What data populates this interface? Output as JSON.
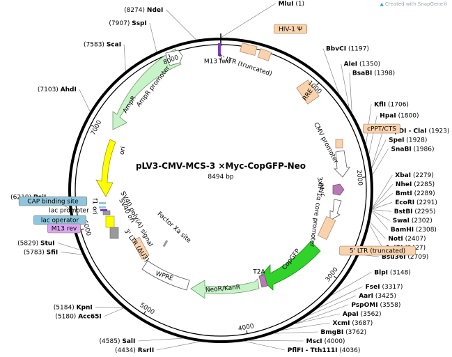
{
  "watermark": {
    "icon": "snapgene-logo-icon",
    "text": "Created with SnapGene®"
  },
  "plasmid": {
    "name": "pLV3-CMV-MCS-3 ×Myc-CopGFP-Neo",
    "length_label": "8494 bp",
    "length": 8494
  },
  "ticks": [
    {
      "label": "1000",
      "pos": 1000
    },
    {
      "label": "2000",
      "pos": 2000
    },
    {
      "label": "3000",
      "pos": 3000
    },
    {
      "label": "4000",
      "pos": 4000
    },
    {
      "label": "5000",
      "pos": 5000
    },
    {
      "label": "6000",
      "pos": 6000
    },
    {
      "label": "7000",
      "pos": 7000
    },
    {
      "label": "8000",
      "pos": 8000
    }
  ],
  "sites": [
    {
      "name": "MluI",
      "pos": "(1)",
      "bp": 1
    },
    {
      "name": "BbvCI",
      "pos": "(1197)",
      "bp": 1197
    },
    {
      "name": "AleI",
      "pos": "(1350)",
      "bp": 1350
    },
    {
      "name": "BsaBI",
      "pos": "(1398)",
      "bp": 1398
    },
    {
      "name": "KflI",
      "pos": "(1706)",
      "bp": 1706
    },
    {
      "name": "HpaI",
      "pos": "(1800)",
      "bp": 1800
    },
    {
      "name": "BspDI - ClaI",
      "pos": "(1923)",
      "bp": 1923
    },
    {
      "name": "SpeI",
      "pos": "(1928)",
      "bp": 1928
    },
    {
      "name": "SnaBI",
      "pos": "(1986)",
      "bp": 1986
    },
    {
      "name": "XbaI",
      "pos": "(2279)",
      "bp": 2279
    },
    {
      "name": "NheI",
      "pos": "(2285)",
      "bp": 2285
    },
    {
      "name": "BmtI",
      "pos": "(2289)",
      "bp": 2289
    },
    {
      "name": "EcoRI",
      "pos": "(2291)",
      "bp": 2291
    },
    {
      "name": "BstBI",
      "pos": "(2295)",
      "bp": 2295
    },
    {
      "name": "SwaI",
      "pos": "(2302)",
      "bp": 2302
    },
    {
      "name": "BamHI",
      "pos": "(2308)",
      "bp": 2308
    },
    {
      "name": "NotI",
      "pos": "(2407)",
      "bp": 2407
    },
    {
      "name": "AsiSI",
      "pos": "(2427)",
      "bp": 2427
    },
    {
      "name": "Bsu36I",
      "pos": "(2709)",
      "bp": 2709
    },
    {
      "name": "BlpI",
      "pos": "(3148)",
      "bp": 3148
    },
    {
      "name": "FseI",
      "pos": "(3317)",
      "bp": 3317
    },
    {
      "name": "AarI",
      "pos": "(3425)",
      "bp": 3425
    },
    {
      "name": "PspOMI",
      "pos": "(3558)",
      "bp": 3558
    },
    {
      "name": "ApaI",
      "pos": "(3562)",
      "bp": 3562
    },
    {
      "name": "XcmI",
      "pos": "(3687)",
      "bp": 3687
    },
    {
      "name": "BmgBI",
      "pos": "(3762)",
      "bp": 3762
    },
    {
      "name": "MscI",
      "pos": "(4000)",
      "bp": 4000
    },
    {
      "name": "PflFI - Tth111I",
      "pos": "(4036)",
      "bp": 4036
    },
    {
      "name": "RsrII",
      "pos": "(4434)",
      "bp": 4434
    },
    {
      "name": "SalI",
      "pos": "(4585)",
      "bp": 4585
    },
    {
      "name": "Acc65I",
      "pos": "(5180)",
      "bp": 5180
    },
    {
      "name": "KpnI",
      "pos": "(5184)",
      "bp": 5184
    },
    {
      "name": "SfiI",
      "pos": "(5783)",
      "bp": 5783
    },
    {
      "name": "StuI",
      "pos": "(5829)",
      "bp": 5829
    },
    {
      "name": "PciI",
      "pos": "(6210)",
      "bp": 6210
    },
    {
      "name": "AhdI",
      "pos": "(7103)",
      "bp": 7103
    },
    {
      "name": "ScaI",
      "pos": "(7583)",
      "bp": 7583
    },
    {
      "name": "SspI",
      "pos": "(7907)",
      "bp": 7907
    },
    {
      "name": "NdeI",
      "pos": "(8274)",
      "bp": 8274
    }
  ],
  "features": [
    {
      "name": "M13 fwd",
      "label": "M13 fwd",
      "color": "#7b3fb8"
    },
    {
      "name": "5' LTR (truncated)",
      "label": "5' LTR (truncated)",
      "color": "#f9d2ae"
    },
    {
      "name": "HIV-1 Ψ",
      "label": "HIV-1 Ψ",
      "color": "#f9d2ae"
    },
    {
      "name": "RRE",
      "label": "RRE",
      "color": "#f9d2ae"
    },
    {
      "name": "cPPT/CTS",
      "label": "cPPT/CTS",
      "color": "#f9d2ae"
    },
    {
      "name": "CMV promoter",
      "label": "CMV promoter",
      "color": "#ffffff"
    },
    {
      "name": "3xMyc",
      "label": "3xMyc",
      "color": "#b67ab6"
    },
    {
      "name": "EF-1α core promoter",
      "label": "EF-1α core promoter",
      "color": "#ffffff"
    },
    {
      "name": "5' LTR (truncated)",
      "label": "5' LTR (truncated)",
      "color": "#f9d2ae"
    },
    {
      "name": "CopGFP",
      "label": "CopGFP",
      "color": "#31d22a"
    },
    {
      "name": "T2A",
      "label": "T2A",
      "color": "#b67ab6"
    },
    {
      "name": "NeoR/KanR",
      "label": "NeoR/KanR",
      "color": "#c8f3c8"
    },
    {
      "name": "WPRE",
      "label": "WPRE",
      "color": "#ffffff"
    },
    {
      "name": "3' LTR (ΔU3)",
      "label": "3' LTR (ΔU3)",
      "color": "#f9d2ae"
    },
    {
      "name": "Factor Xa site",
      "label": "Factor Xa site",
      "color": "#999999"
    },
    {
      "name": "SV40 poly(A) signal",
      "label": "SV40 poly(A) signal",
      "color": "#999999"
    },
    {
      "name": "SV40 ori",
      "label": "SV40 ori",
      "color": "#ffff00"
    },
    {
      "name": "f1 ori",
      "label": "f1 ori",
      "color": "#999999"
    },
    {
      "name": "CAP binding site",
      "label": "CAP binding site",
      "color": "#8fc6dd"
    },
    {
      "name": "lac promoter",
      "label": "lac promoter",
      "color": "#ffffff"
    },
    {
      "name": "lac operator",
      "label": "lac operator",
      "color": "#8fc6dd"
    },
    {
      "name": "M13 rev",
      "label": "M13 rev",
      "color": "#d9a8f0"
    },
    {
      "name": "ori",
      "label": "ori",
      "color": "#ffff00"
    },
    {
      "name": "AmpR",
      "label": "AmpR",
      "color": "#c8f3c8"
    },
    {
      "name": "AmpR promoter",
      "label": "AmpR promoter",
      "color": "#ffffff"
    }
  ]
}
